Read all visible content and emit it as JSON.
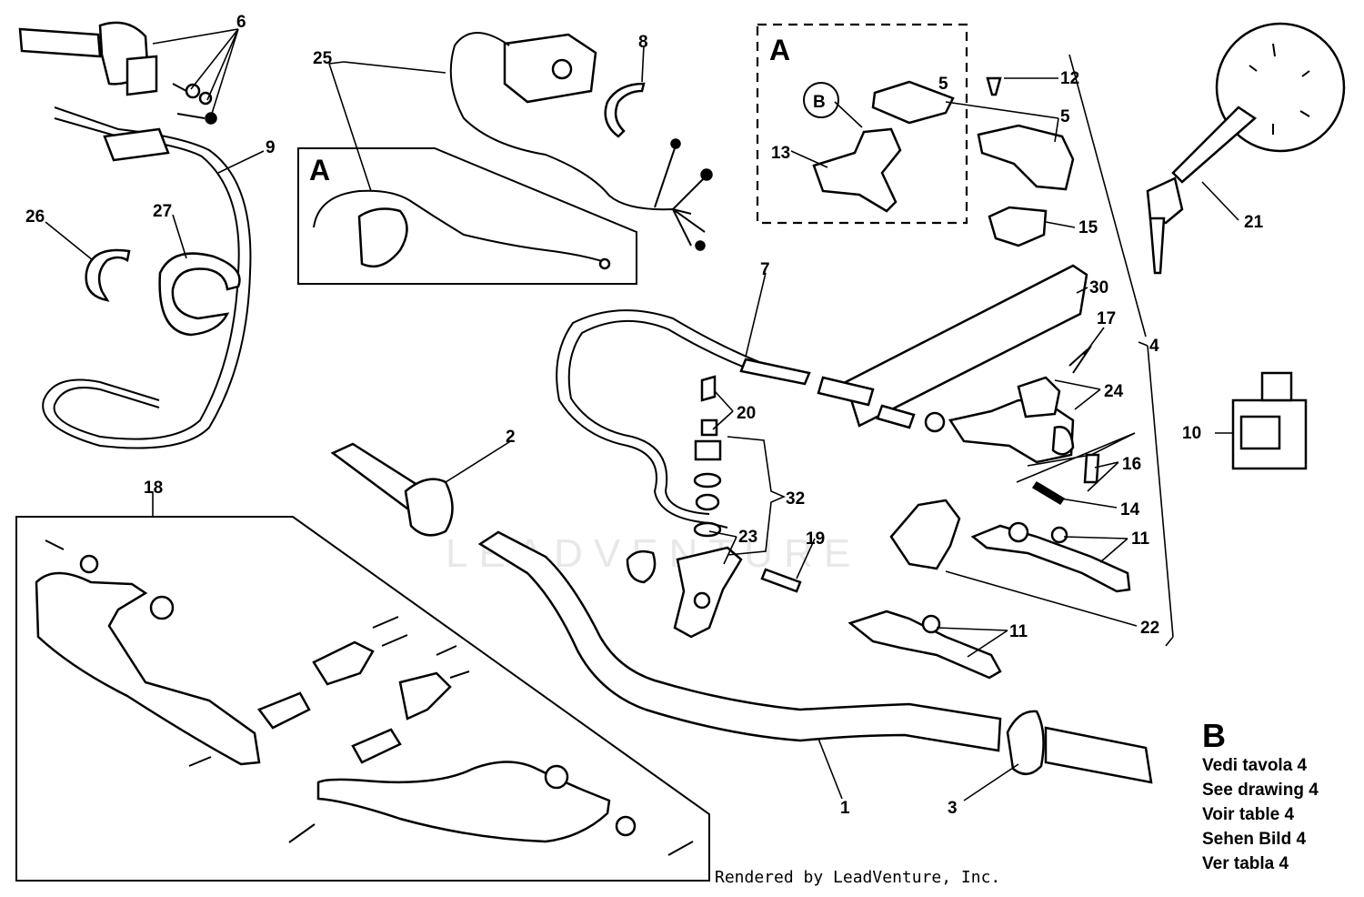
{
  "callouts": {
    "c1": "1",
    "c2": "2",
    "c3": "3",
    "c4": "4",
    "c5_top": "5",
    "c5_right": "5",
    "c6": "6",
    "c7": "7",
    "c8": "8",
    "c9": "9",
    "c10": "10",
    "c11_a": "11",
    "c11_b": "11",
    "c12": "12",
    "c13": "13",
    "c14": "14",
    "c15": "15",
    "c16": "16",
    "c17": "17",
    "c18": "18",
    "c19": "19",
    "c20": "20",
    "c21": "21",
    "c22": "22",
    "c23": "23",
    "c24": "24",
    "c25": "25",
    "c26": "26",
    "c27": "27",
    "c30": "30",
    "c32": "32"
  },
  "detail_labels": {
    "a_left": "A",
    "a_right": "A",
    "b_circle": "B"
  },
  "legend": {
    "title": "B",
    "lines": [
      "Vedi tavola 4",
      "See drawing 4",
      "Voir table 4",
      "Sehen Bild 4",
      "Ver tabla 4"
    ]
  },
  "watermark": "LEADVENTURE",
  "credit": "Rendered by LeadVenture, Inc."
}
